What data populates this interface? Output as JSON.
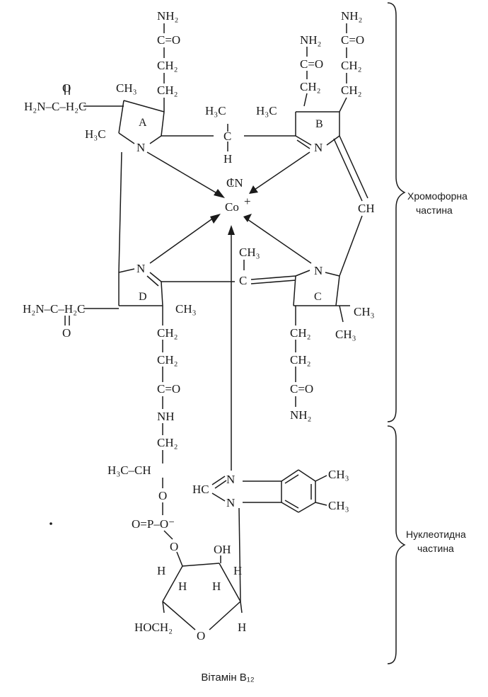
{
  "labels": {
    "A_nh2": "NH₂",
    "A_co": "C=O",
    "A_ch2a": "CH₂",
    "A_ch2b": "CH₂",
    "A_ch3": "CH₃",
    "A_left": "H₂N–C–H₂C",
    "A_o": "O",
    "A_h3c": "H₃C",
    "bridge_h3c": "H₃C",
    "bridge_c": "C",
    "bridge_h": "H",
    "B_nh2": "NH₂",
    "B_co": "C=O",
    "B_ch2a": "CH₂",
    "B_ch2b": "CH₂",
    "B_nh2s": "NH₂",
    "B_cos": "C=O",
    "B_ch2s": "CH₂",
    "B_h3c": "H₃C",
    "N_A": "N",
    "N_B": "N",
    "N_C": "N",
    "N_D": "N",
    "CN": "CN",
    "Co": "Co",
    "plus": "+",
    "CH_right": "CH",
    "CD_ch3": "CH₃",
    "CD_c": "C",
    "D_left": "H₂N–C–H₂C",
    "D_o": "O",
    "D_ch3": "CH₃",
    "D_ch2a": "CH₂",
    "D_ch2b": "CH₂",
    "D_co": "C=O",
    "D_nh": "NH",
    "D_ch2c": "CH₂",
    "D_h3c_ch": "H₃C–CH",
    "D_o1": "O",
    "D_p_line": "O=P–O⁻",
    "D_o2": "O",
    "C_ch3a": "CH₃",
    "C_ch3b": "CH₃",
    "C_ch2a": "CH₂",
    "C_ch2b": "CH₂",
    "C_co": "C=O",
    "C_nh2": "NH₂",
    "bz_n1": "N",
    "bz_hc": "HC",
    "bz_n2": "N",
    "bz_ch3a": "CH₃",
    "bz_ch3b": "CH₃",
    "sug_oh": "OH",
    "sug_h1": "H",
    "sug_h2": "H",
    "sug_h3": "H",
    "sug_h4": "H",
    "sug_hoch2": "HOCH₂",
    "sug_o": "O",
    "sug_h5": "H"
  },
  "ring_labels": {
    "A": "A",
    "B": "B",
    "C": "C",
    "D": "D"
  },
  "brackets": {
    "chromophore": "Хромофорна частина",
    "chromophore_l1": "Хромофорна",
    "chromophore_l2": "частина",
    "nucleotide": "Нуклеотидна частина",
    "nucleotide_l1": "Нуклеотидна",
    "nucleotide_l2": "частина"
  },
  "caption": "Вітамін B₁₂"
}
